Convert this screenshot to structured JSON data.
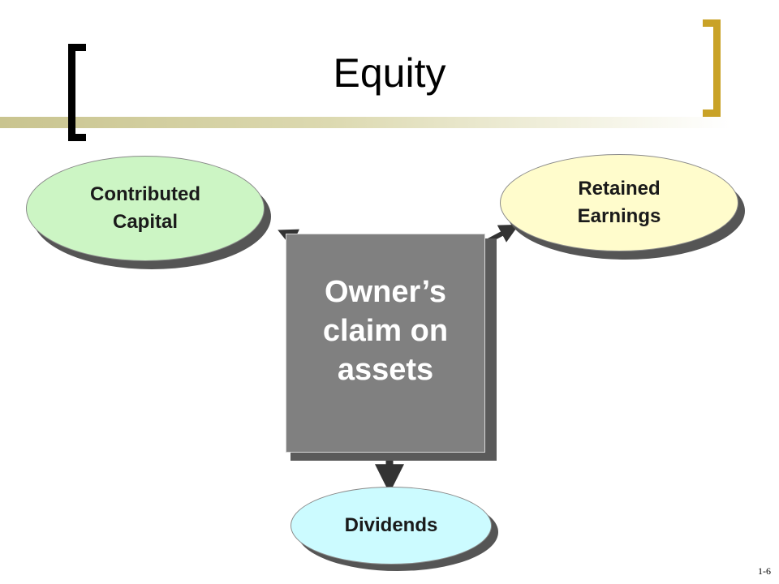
{
  "slide": {
    "title": "Equity",
    "slide_number": "1-6"
  },
  "center_box": {
    "text": "Owner’s\nclaim on\nassets",
    "color": "#808080"
  },
  "nodes": {
    "contributed_capital": {
      "text": "Contributed\nCapital",
      "color": "#ccf5c4"
    },
    "retained_earnings": {
      "text": "Retained\nEarnings",
      "color": "#fffccc"
    },
    "dividends": {
      "text": "Dividends",
      "color": "#ccfbff"
    }
  },
  "accents": {
    "left_bracket": "#000000",
    "right_bracket": "#c9a227",
    "arrows": "#333333"
  }
}
